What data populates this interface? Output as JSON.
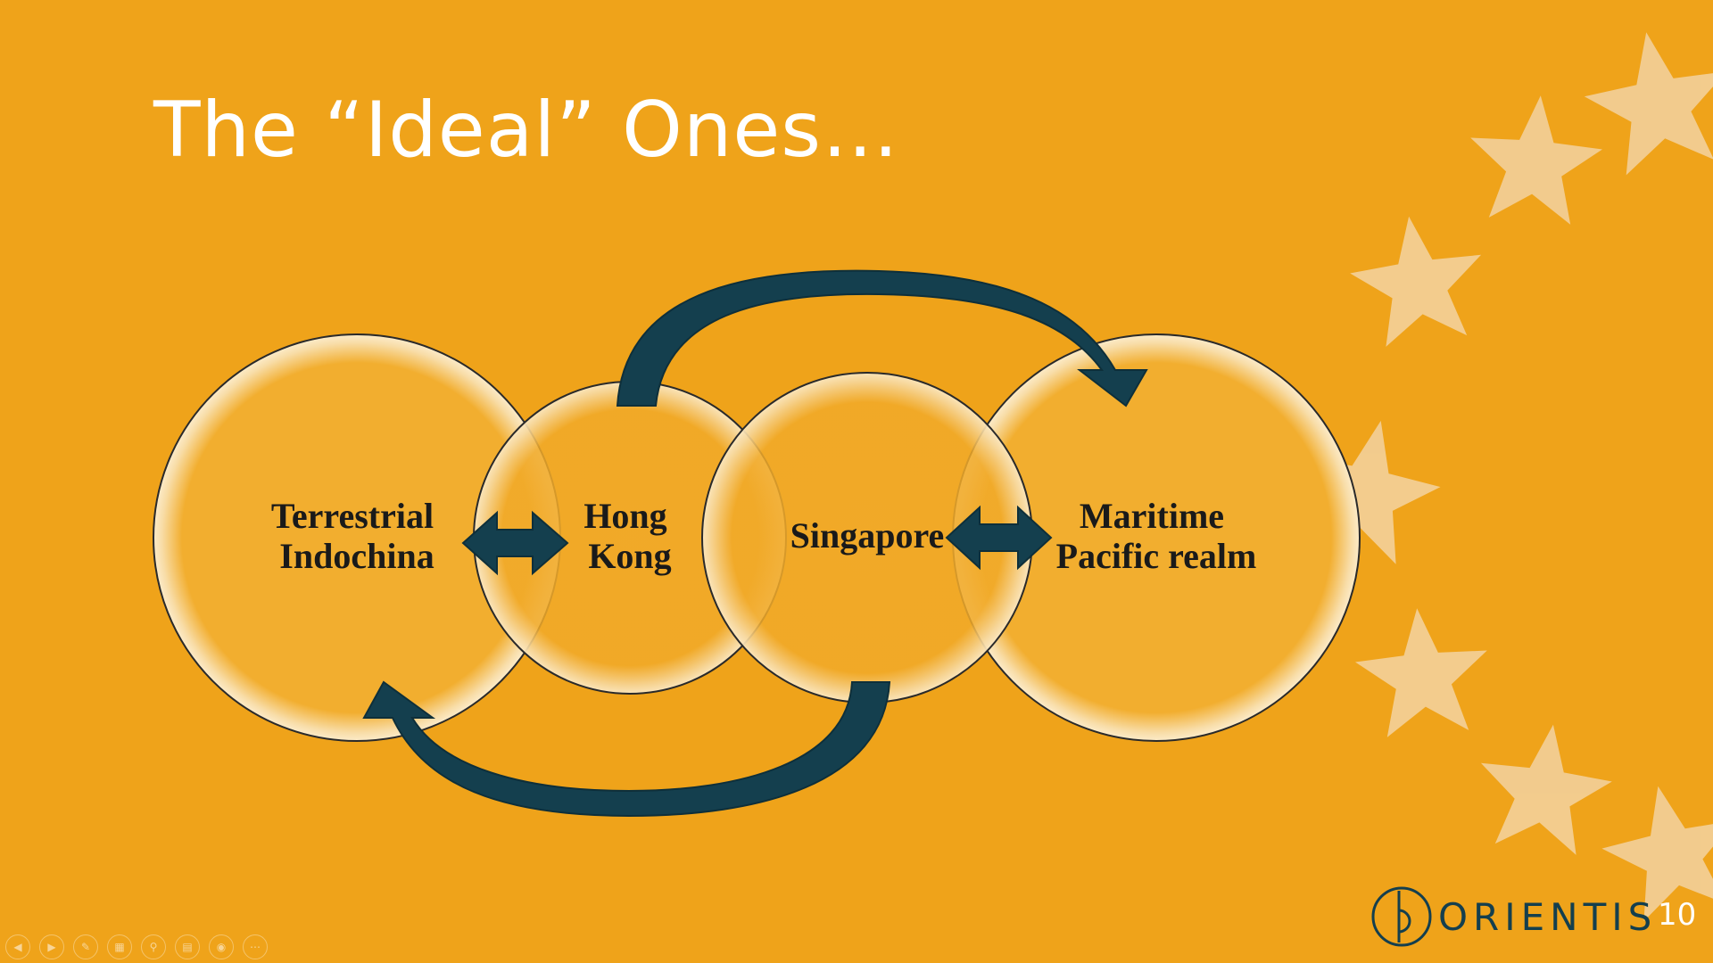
{
  "slide": {
    "title": "The “Ideal” Ones…",
    "page_number": "10",
    "logo_text": "ORIENTIS"
  },
  "diagram": {
    "circles": [
      {
        "id": "terrestrial",
        "lines": [
          "Terrestrial",
          "Indochina"
        ]
      },
      {
        "id": "hongkong",
        "lines": [
          "Hong",
          "Kong"
        ]
      },
      {
        "id": "singapore",
        "lines": [
          "Singapore"
        ]
      },
      {
        "id": "maritime",
        "lines": [
          "Maritime",
          "Pacific realm"
        ]
      }
    ],
    "connections": [
      {
        "from": "terrestrial",
        "to": "hongkong",
        "type": "double-arrow"
      },
      {
        "from": "singapore",
        "to": "maritime",
        "type": "double-arrow"
      },
      {
        "from": "hongkong",
        "to": "maritime",
        "type": "curved-arrow"
      },
      {
        "from": "singapore",
        "to": "terrestrial",
        "type": "curved-arrow"
      }
    ]
  },
  "colors": {
    "background": "#EFA31A",
    "arrow": "#143F4E",
    "star": "#F3D09A",
    "circle_fill": "#F2AE2F"
  },
  "controls": [
    "prev-icon",
    "next-icon",
    "pen-icon",
    "slides-icon",
    "zoom-icon",
    "subtitles-icon",
    "camera-icon",
    "more-icon"
  ]
}
